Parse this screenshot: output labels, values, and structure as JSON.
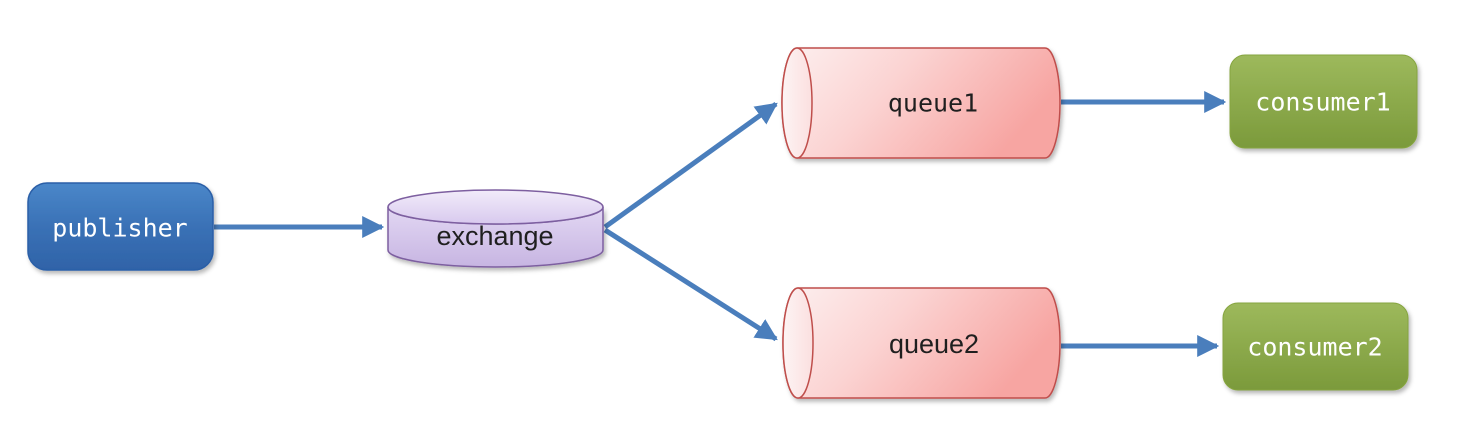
{
  "diagram": {
    "title": "publisher-exchange-queue-consumer fanout diagram",
    "background_color": "#ffffff",
    "arrow_color": "#4a7ebc",
    "nodes": {
      "publisher": {
        "label": "publisher",
        "shape": "rounded-rectangle",
        "fill": "#3d74ba",
        "border": "#2b5ea7",
        "text_color": "#ffffff"
      },
      "exchange": {
        "label": "exchange",
        "shape": "vertical-cylinder",
        "fill": "#cfc0e8",
        "border": "#7d5fa0",
        "text_color": "#1f1f1f"
      },
      "queue1": {
        "label": "queue1",
        "shape": "horizontal-cylinder",
        "fill": "#f8b3b0",
        "border": "#bf4e4b",
        "text_color": "#1f1f1f"
      },
      "queue2": {
        "label": "queue2",
        "shape": "horizontal-cylinder",
        "fill": "#f8b3b0",
        "border": "#bf4e4b",
        "text_color": "#1f1f1f"
      },
      "consumer1": {
        "label": "consumer1",
        "shape": "rounded-rectangle",
        "fill": "#8caa47",
        "border": "#86a53f",
        "text_color": "#ffffff"
      },
      "consumer2": {
        "label": "consumer2",
        "shape": "rounded-rectangle",
        "fill": "#8caa47",
        "border": "#86a53f",
        "text_color": "#ffffff"
      }
    },
    "edges": [
      {
        "from": "publisher",
        "to": "exchange"
      },
      {
        "from": "exchange",
        "to": "queue1"
      },
      {
        "from": "exchange",
        "to": "queue2"
      },
      {
        "from": "queue1",
        "to": "consumer1"
      },
      {
        "from": "queue2",
        "to": "consumer2"
      }
    ]
  }
}
